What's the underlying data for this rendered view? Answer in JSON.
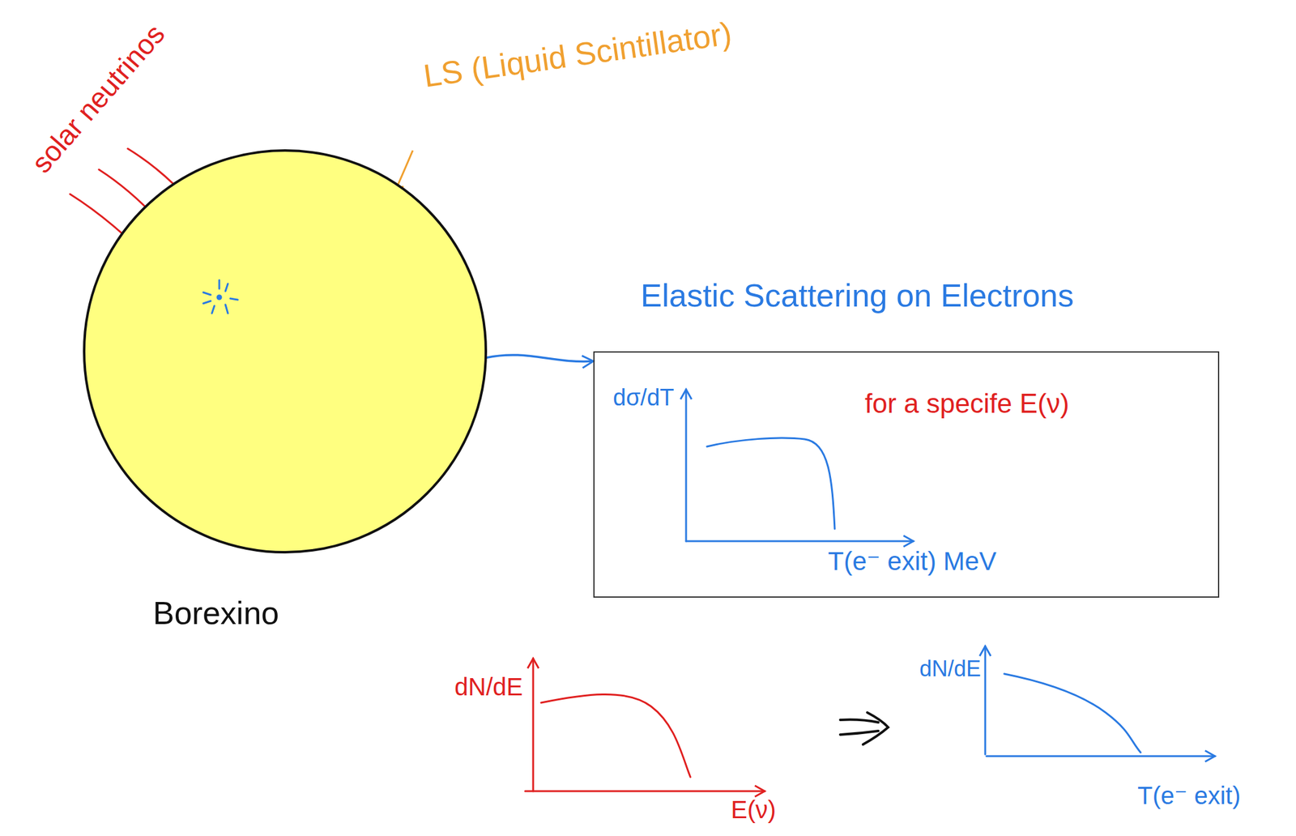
{
  "diagram": {
    "nodes": [
      {
        "text": [
          "Borexino"
        ]
      },
      {
        "text": [
          "dσ/dT",
          "for a specife E(ν)",
          "T(e⁻ exit) MeV"
        ]
      }
    ],
    "edges": [
      {
        "from": 0,
        "to": 1,
        "arrow": "to",
        "label": "Elastic Scattering on Electrons"
      }
    ],
    "labels": [
      "solar neutrinos",
      "LS (Liquid Scintillator)",
      "dN/dE",
      "E(ν)",
      "dN/dE",
      "T(e⁻ exit)"
    ]
  }
}
